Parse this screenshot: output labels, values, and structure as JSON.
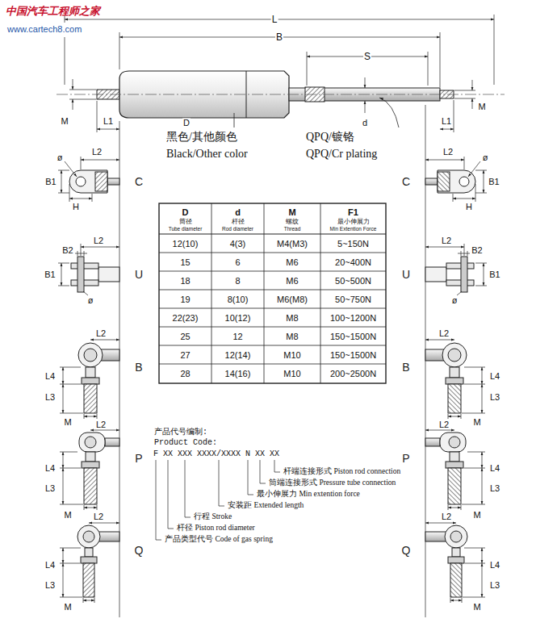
{
  "diagram": {
    "labels": [
      "中国汽车工程师之家",
      "www.cartech8.com",
      "L",
      "B",
      "S",
      "M",
      "L1",
      "D",
      "d",
      "M",
      "L1",
      "黑色/其他颜色",
      "Black/Other color",
      "QPQ/镀铬",
      "QPQ/Cr plating",
      "L2",
      "ø",
      "B1",
      "H",
      "C",
      "C",
      "L2",
      "ø",
      "B1",
      "H",
      "L2",
      "B2",
      "B1",
      "ø",
      "U",
      "U",
      "L2",
      "B2",
      "B1",
      "ø",
      "L2",
      "L4",
      "L3",
      "M",
      "B",
      "B",
      "L2",
      "L4",
      "L3",
      "M",
      "L2",
      "L4",
      "L3",
      "M",
      "P",
      "P",
      "L2",
      "L4",
      "L3",
      "M",
      "L2",
      "L4",
      "L3",
      "M",
      "Q",
      "Q",
      "L2",
      "L4",
      "L3",
      "M",
      "D",
      "筒径",
      "Tube diameter",
      "d",
      "杆径",
      "Rod diameter",
      "M",
      "螺纹",
      "Thread",
      "F1",
      "最小伸展力",
      "Min Extention Force",
      "12(10)",
      "4(3)",
      "M4(M3)",
      "5~150N",
      "15",
      "6",
      "M6",
      "20~400N",
      "18",
      "8",
      "M6",
      "50~500N",
      "19",
      "8(10)",
      "M6(M8)",
      "50~750N",
      "22(23)",
      "10(12)",
      "M8",
      "100~1200N",
      "25",
      "12",
      "M8",
      "150~1500N",
      "27",
      "12(14)",
      "M10",
      "150~1500N",
      "28",
      "14(16)",
      "M10",
      "200~2500N",
      "产品代号编制:",
      "Product Code:",
      "F",
      "XX",
      "XXX",
      "XXXX/XXXX",
      "N",
      "XX",
      "XX",
      "杆端连接形式 Piston rod connection",
      "筒端连接形式 Pressure tube connection",
      "最小伸展力 Min extention force",
      "安装距 Extended length",
      "行程 Stroke",
      "杆径 Piston rod diameter",
      "产品类型代号 Code of gas spring"
    ]
  }
}
